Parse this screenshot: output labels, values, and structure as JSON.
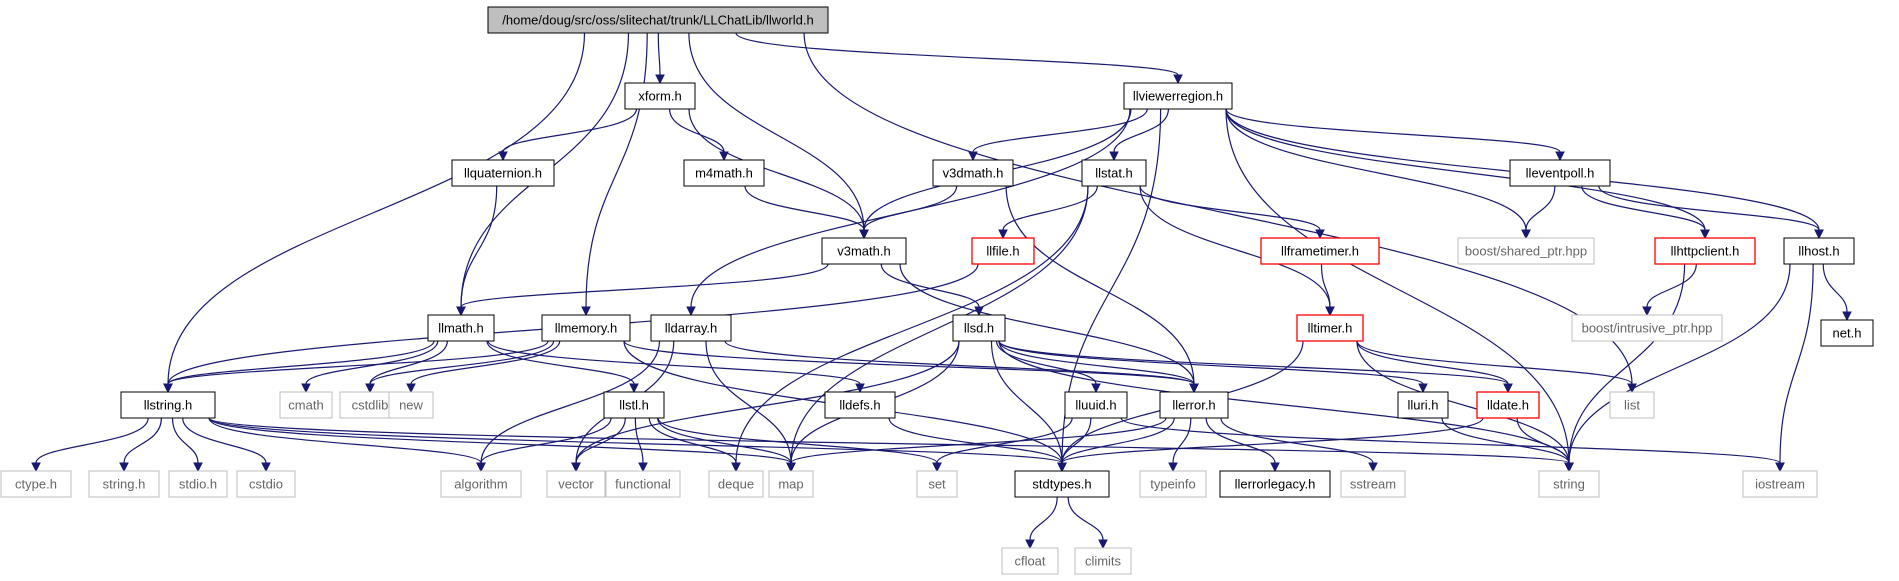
{
  "diagram": {
    "title": "",
    "colors": {
      "edge": "#191970",
      "root_fill": "#bfbfbf",
      "normal_border": "#000000",
      "system_border": "#bfbfbf",
      "system_text": "#666666",
      "truncated_border": "#ff0000"
    },
    "nodes": [
      {
        "id": "root",
        "label": "/home/doug/src/oss/slitechat/trunk/LLChatLib/llworld.h",
        "kind": "root"
      },
      {
        "id": "xform",
        "label": "xform.h",
        "kind": "normal"
      },
      {
        "id": "llviewerregion",
        "label": "llviewerregion.h",
        "kind": "normal"
      },
      {
        "id": "llquaternion",
        "label": "llquaternion.h",
        "kind": "normal"
      },
      {
        "id": "m4math",
        "label": "m4math.h",
        "kind": "normal"
      },
      {
        "id": "v3dmath",
        "label": "v3dmath.h",
        "kind": "normal"
      },
      {
        "id": "llstat",
        "label": "llstat.h",
        "kind": "normal"
      },
      {
        "id": "lleventpoll",
        "label": "lleventpoll.h",
        "kind": "normal"
      },
      {
        "id": "v3math",
        "label": "v3math.h",
        "kind": "normal"
      },
      {
        "id": "llfile",
        "label": "llfile.h",
        "kind": "truncated"
      },
      {
        "id": "llframetimer",
        "label": "llframetimer.h",
        "kind": "truncated"
      },
      {
        "id": "boostshared",
        "label": "boost/shared_ptr.hpp",
        "kind": "system"
      },
      {
        "id": "llhttpclient",
        "label": "llhttpclient.h",
        "kind": "truncated"
      },
      {
        "id": "llhost",
        "label": "llhost.h",
        "kind": "normal"
      },
      {
        "id": "boostintrusive",
        "label": "boost/intrusive_ptr.hpp",
        "kind": "system"
      },
      {
        "id": "llmath",
        "label": "llmath.h",
        "kind": "normal"
      },
      {
        "id": "llmemory",
        "label": "llmemory.h",
        "kind": "normal"
      },
      {
        "id": "lldarray",
        "label": "lldarray.h",
        "kind": "normal"
      },
      {
        "id": "llsd",
        "label": "llsd.h",
        "kind": "normal"
      },
      {
        "id": "lltimer",
        "label": "lltimer.h",
        "kind": "truncated"
      },
      {
        "id": "neth",
        "label": "net.h",
        "kind": "normal"
      },
      {
        "id": "llstring",
        "label": "llstring.h",
        "kind": "normal"
      },
      {
        "id": "cmath",
        "label": "cmath",
        "kind": "system"
      },
      {
        "id": "cstdlib",
        "label": "cstdlib",
        "kind": "system"
      },
      {
        "id": "new",
        "label": "new",
        "kind": "system"
      },
      {
        "id": "lldefs",
        "label": "lldefs.h",
        "kind": "normal"
      },
      {
        "id": "lluuid",
        "label": "lluuid.h",
        "kind": "normal"
      },
      {
        "id": "llerror",
        "label": "llerror.h",
        "kind": "normal"
      },
      {
        "id": "lluri",
        "label": "lluri.h",
        "kind": "normal"
      },
      {
        "id": "lldate",
        "label": "lldate.h",
        "kind": "truncated"
      },
      {
        "id": "list",
        "label": "list",
        "kind": "system"
      },
      {
        "id": "llstl",
        "label": "llstl.h",
        "kind": "normal"
      },
      {
        "id": "ctype",
        "label": "ctype.h",
        "kind": "system"
      },
      {
        "id": "stringh",
        "label": "string.h",
        "kind": "system"
      },
      {
        "id": "stdioh",
        "label": "stdio.h",
        "kind": "system"
      },
      {
        "id": "cstdio",
        "label": "cstdio",
        "kind": "system"
      },
      {
        "id": "algorithm",
        "label": "algorithm",
        "kind": "system"
      },
      {
        "id": "vector",
        "label": "vector",
        "kind": "system"
      },
      {
        "id": "functional",
        "label": "functional",
        "kind": "system"
      },
      {
        "id": "deque",
        "label": "deque",
        "kind": "system"
      },
      {
        "id": "map",
        "label": "map",
        "kind": "system"
      },
      {
        "id": "set",
        "label": "set",
        "kind": "system"
      },
      {
        "id": "stdtypes",
        "label": "stdtypes.h",
        "kind": "normal"
      },
      {
        "id": "typeinfo",
        "label": "typeinfo",
        "kind": "system"
      },
      {
        "id": "llerrorlegacy",
        "label": "llerrorlegacy.h",
        "kind": "normal"
      },
      {
        "id": "sstream",
        "label": "sstream",
        "kind": "system"
      },
      {
        "id": "string",
        "label": "string",
        "kind": "system"
      },
      {
        "id": "iostream",
        "label": "iostream",
        "kind": "system"
      },
      {
        "id": "cfloat",
        "label": "cfloat",
        "kind": "system"
      },
      {
        "id": "climits",
        "label": "climits",
        "kind": "system"
      }
    ],
    "edges": [
      [
        "root",
        "xform"
      ],
      [
        "root",
        "llviewerregion"
      ],
      [
        "root",
        "v3math"
      ],
      [
        "root",
        "llmath"
      ],
      [
        "root",
        "llmemory"
      ],
      [
        "root",
        "llstring"
      ],
      [
        "root",
        "list"
      ],
      [
        "xform",
        "llquaternion"
      ],
      [
        "xform",
        "m4math"
      ],
      [
        "xform",
        "v3math"
      ],
      [
        "llquaternion",
        "llmath"
      ],
      [
        "m4math",
        "v3math"
      ],
      [
        "llviewerregion",
        "v3math"
      ],
      [
        "llviewerregion",
        "v3dmath"
      ],
      [
        "llviewerregion",
        "llstat"
      ],
      [
        "llviewerregion",
        "lldarray"
      ],
      [
        "llviewerregion",
        "lleventpoll"
      ],
      [
        "llviewerregion",
        "boostshared"
      ],
      [
        "llviewerregion",
        "llhttpclient"
      ],
      [
        "llviewerregion",
        "llhost"
      ],
      [
        "llviewerregion",
        "stdtypes"
      ],
      [
        "llviewerregion",
        "string"
      ],
      [
        "v3dmath",
        "v3math"
      ],
      [
        "v3dmath",
        "llerror"
      ],
      [
        "llstat",
        "llfile"
      ],
      [
        "llstat",
        "llframetimer"
      ],
      [
        "llstat",
        "lltimer"
      ],
      [
        "llstat",
        "map"
      ],
      [
        "llstat",
        "deque"
      ],
      [
        "lleventpoll",
        "boostshared"
      ],
      [
        "lleventpoll",
        "llhttpclient"
      ],
      [
        "lleventpoll",
        "llhost"
      ],
      [
        "llhttpclient",
        "boostintrusive"
      ],
      [
        "llhttpclient",
        "string"
      ],
      [
        "llhost",
        "neth"
      ],
      [
        "llhost",
        "string"
      ],
      [
        "llhost",
        "iostream"
      ],
      [
        "v3math",
        "llmath"
      ],
      [
        "v3math",
        "llsd"
      ],
      [
        "v3math",
        "llerror"
      ],
      [
        "llfile",
        "llstring"
      ],
      [
        "llframetimer",
        "lltimer"
      ],
      [
        "lltimer",
        "lldate"
      ],
      [
        "lltimer",
        "stdtypes"
      ],
      [
        "lltimer",
        "string"
      ],
      [
        "lltimer",
        "list"
      ],
      [
        "llmath",
        "llstring"
      ],
      [
        "llmath",
        "cmath"
      ],
      [
        "llmath",
        "cstdlib"
      ],
      [
        "llmath",
        "lldefs"
      ],
      [
        "llmath",
        "llstl"
      ],
      [
        "llmemory",
        "llstring"
      ],
      [
        "llmemory",
        "cstdlib"
      ],
      [
        "llmemory",
        "new"
      ],
      [
        "llmemory",
        "llerror"
      ],
      [
        "llmemory",
        "stdtypes"
      ],
      [
        "lldarray",
        "llerror"
      ],
      [
        "lldarray",
        "map"
      ],
      [
        "lldarray",
        "vector"
      ],
      [
        "lldarray",
        "algorithm"
      ],
      [
        "llsd",
        "lluuid"
      ],
      [
        "llsd",
        "llerror"
      ],
      [
        "llsd",
        "lluri"
      ],
      [
        "llsd",
        "lldate"
      ],
      [
        "llsd",
        "map"
      ],
      [
        "llsd",
        "string"
      ],
      [
        "llsd",
        "stdtypes"
      ],
      [
        "llsd",
        "vector"
      ],
      [
        "lldefs",
        "stdtypes"
      ],
      [
        "lluuid",
        "stdtypes"
      ],
      [
        "lluuid",
        "set"
      ],
      [
        "lluuid",
        "iostream"
      ],
      [
        "llerror",
        "stdtypes"
      ],
      [
        "llerror",
        "typeinfo"
      ],
      [
        "llerror",
        "llerrorlegacy"
      ],
      [
        "llerror",
        "sstream"
      ],
      [
        "llerror",
        "map"
      ],
      [
        "lluri",
        "string"
      ],
      [
        "lldate",
        "string"
      ],
      [
        "lldate",
        "stdtypes"
      ],
      [
        "llstl",
        "algorithm"
      ],
      [
        "llstl",
        "vector"
      ],
      [
        "llstl",
        "functional"
      ],
      [
        "llstl",
        "deque"
      ],
      [
        "llstl",
        "map"
      ],
      [
        "llstl",
        "set"
      ],
      [
        "llstring",
        "ctype"
      ],
      [
        "llstring",
        "stringh"
      ],
      [
        "llstring",
        "stdioh"
      ],
      [
        "llstring",
        "cstdio"
      ],
      [
        "llstring",
        "algorithm"
      ],
      [
        "llstring",
        "map"
      ],
      [
        "llstring",
        "stdtypes"
      ],
      [
        "llstring",
        "string"
      ],
      [
        "stdtypes",
        "cfloat"
      ],
      [
        "stdtypes",
        "climits"
      ]
    ]
  }
}
